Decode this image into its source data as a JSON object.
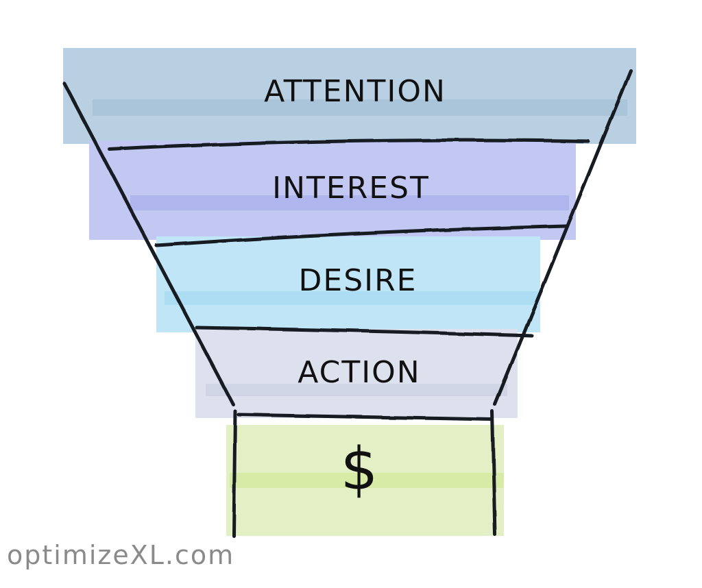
{
  "funnel": {
    "stages": [
      {
        "label": "ATTENTION",
        "color": "#b9d0e2",
        "stripe": "#a6c2d8"
      },
      {
        "label": "INTEREST",
        "color": "#c2c8f2",
        "stripe": "#aab2ec"
      },
      {
        "label": "DESIRE",
        "color": "#bfe5f6",
        "stripe": "#a8dbf2"
      },
      {
        "label": "ACTION",
        "color": "#dde1ee",
        "stripe": "#cdd2e4"
      }
    ],
    "outcome": {
      "label": "$",
      "color": "#e3efc4",
      "stripe": "#d6eaa3"
    },
    "outline_color": "#141a22"
  },
  "watermark": "optimizeXL.com"
}
